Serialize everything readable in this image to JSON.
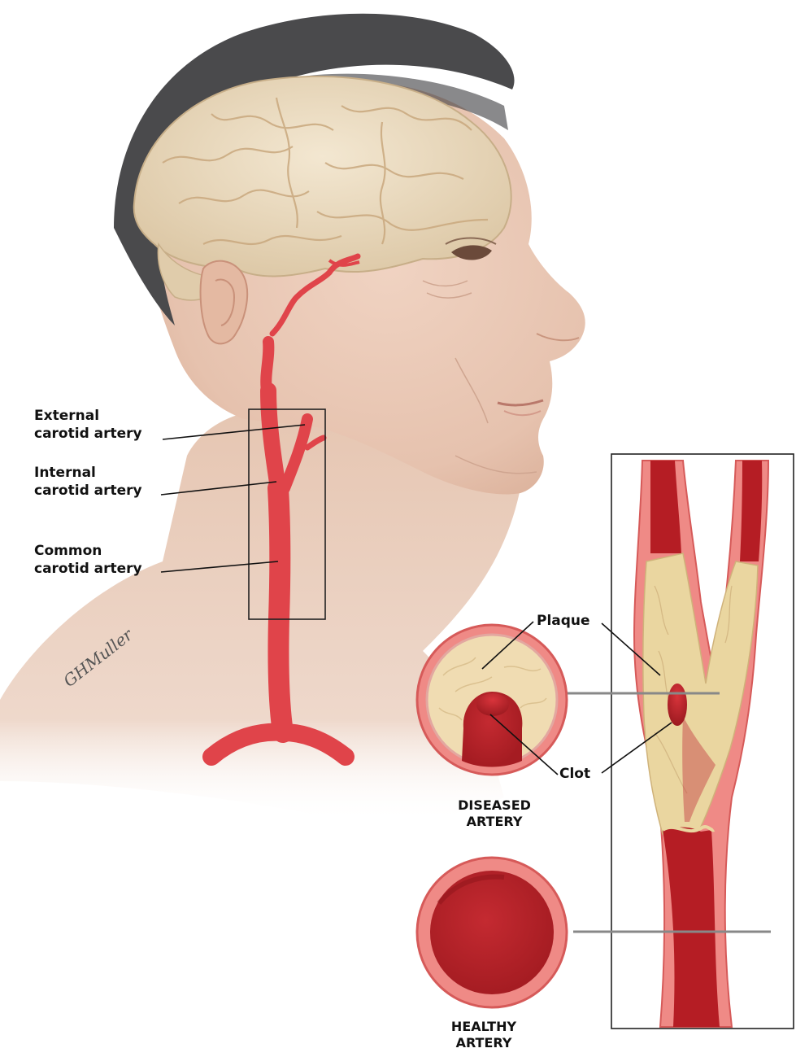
{
  "labels": {
    "external_line1": "External",
    "external_line2": "carotid artery",
    "internal_line1": "Internal",
    "internal_line2": "carotid artery",
    "common_line1": "Common",
    "common_line2": "carotid artery",
    "plaque": "Plaque",
    "clot": "Clot",
    "diseased_line1": "DISEASED",
    "diseased_line2": "ARTERY",
    "healthy_line1": "HEALTHY",
    "healthy_line2": "ARTERY",
    "signature": "GHMuller"
  },
  "colors": {
    "artery_red": "#e0444a",
    "blood_dark": "#b51d24",
    "artery_wall": "#ef8a86",
    "plaque": "#ead6a0",
    "skin": "#e9c7b3",
    "hair": "#4a4a4c",
    "brain": "#ecdcc1"
  }
}
